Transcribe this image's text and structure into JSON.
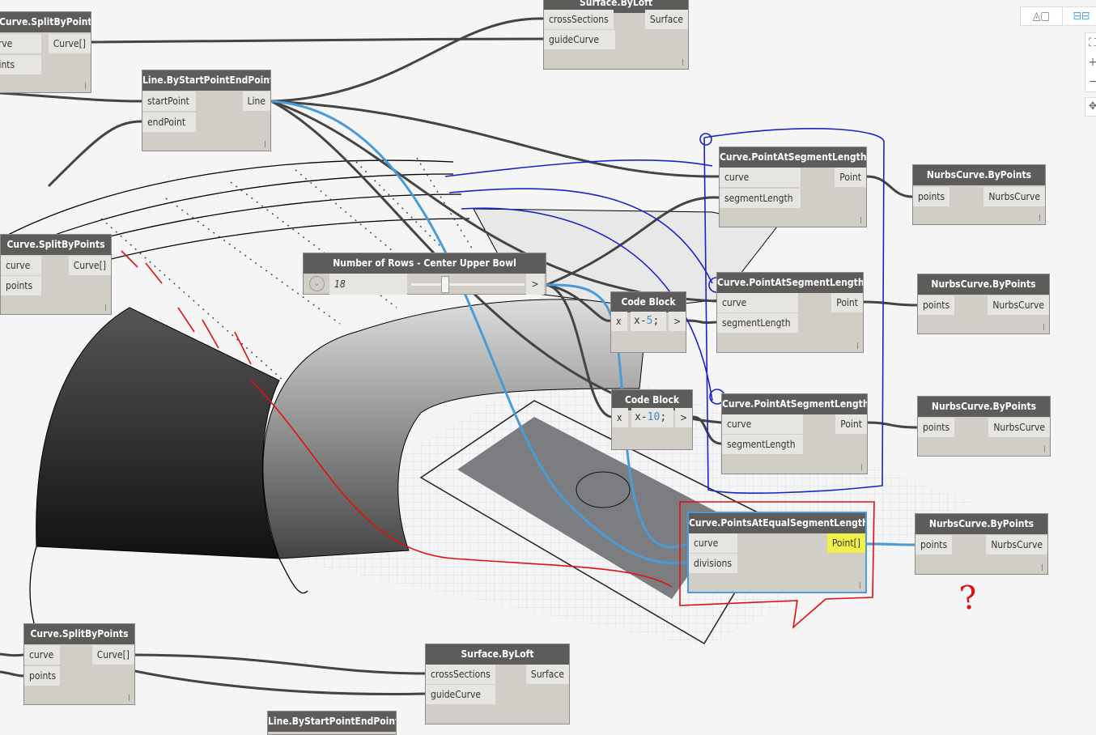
{
  "nodes": {
    "split_top": {
      "title": "Curve.SplitByPoints",
      "in": [
        "curve",
        "points"
      ],
      "out": "Curve[]"
    },
    "loft_top": {
      "title": "Surface.ByLoft",
      "in": [
        "crossSections",
        "guideCurve"
      ],
      "out": "Surface"
    },
    "line_top": {
      "title": "Line.ByStartPointEndPoint",
      "in": [
        "startPoint",
        "endPoint"
      ],
      "out": "Line"
    },
    "split_mid": {
      "title": "Curve.SplitByPoints",
      "in": [
        "curve",
        "points"
      ],
      "out": "Curve[]"
    },
    "slider": {
      "title": "Number of Rows - Center Upper Bowl",
      "value": "18",
      "fraction": 0.3,
      "arrow": ">"
    },
    "code1": {
      "title": "Code Block",
      "in": "x",
      "code_var": "x",
      "code_op": "-",
      "code_num": "5",
      "code_end": ";",
      "out": ">"
    },
    "code2": {
      "title": "Code Block",
      "in": "x",
      "code_var": "x",
      "code_op": "-",
      "code_num": "10",
      "code_end": ";",
      "out": ">"
    },
    "psl1": {
      "title": "Curve.PointAtSegmentLength",
      "in": [
        "curve",
        "segmentLength"
      ],
      "out": "Point"
    },
    "psl2": {
      "title": "Curve.PointAtSegmentLength",
      "in": [
        "curve",
        "segmentLength"
      ],
      "out": "Point"
    },
    "psl3": {
      "title": "Curve.PointAtSegmentLength",
      "in": [
        "curve",
        "segmentLength"
      ],
      "out": "Point"
    },
    "nurbs1": {
      "title": "NurbsCurve.ByPoints",
      "in": "points",
      "out": "NurbsCurve"
    },
    "nurbs2": {
      "title": "NurbsCurve.ByPoints",
      "in": "points",
      "out": "NurbsCurve"
    },
    "nurbs3": {
      "title": "NurbsCurve.ByPoints",
      "in": "points",
      "out": "NurbsCurve"
    },
    "nurbs4": {
      "title": "NurbsCurve.ByPoints",
      "in": "points",
      "out": "NurbsCurve"
    },
    "equal": {
      "title": "Curve.PointsAtEqualSegmentLength",
      "in": [
        "curve",
        "divisions"
      ],
      "out": "Point[]"
    },
    "split_bot": {
      "title": "Curve.SplitByPoints",
      "in": [
        "curve",
        "points"
      ],
      "out": "Curve[]"
    },
    "loft_bot": {
      "title": "Surface.ByLoft",
      "in": [
        "crossSections",
        "guideCurve"
      ],
      "out": "Surface"
    },
    "line_bot": {
      "title": "Line.ByStartPointEndPoint"
    }
  },
  "annotation": "?",
  "colors": {
    "header": "#5e5c5a",
    "body": "#d1cec8",
    "wire": "#444444",
    "selected_wire": "#4a9bd6",
    "pen_blue": "#1a22c8",
    "pen_red": "#e01010",
    "highlight": "#f2f04a"
  },
  "toolbar": {
    "icons": [
      "geometry-view-icon",
      "graph-view-icon",
      "zoom-fit-icon",
      "zoom-in-icon",
      "zoom-out-icon",
      "pan-icon"
    ]
  }
}
